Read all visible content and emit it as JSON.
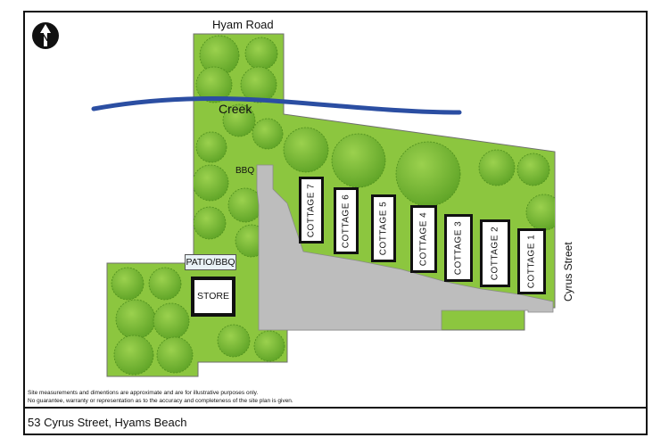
{
  "map": {
    "road_top": "Hyam Road",
    "road_right": "Cyrus Street",
    "creek_label": "Creek",
    "bbq_label": "BBQ",
    "patio_label": "PATIO/BBQ",
    "store_label": "STORE",
    "north_label": "N",
    "cottages": [
      {
        "label": "COTTAGE 7"
      },
      {
        "label": "COTTAGE 6"
      },
      {
        "label": "COTTAGE 5"
      },
      {
        "label": "COTTAGE 4"
      },
      {
        "label": "COTTAGE 3"
      },
      {
        "label": "COTTAGE 2"
      },
      {
        "label": "COTTAGE 1"
      }
    ],
    "colors": {
      "lawn": "#8cc63f",
      "tree": "#74b832",
      "driveway": "#bdbdbd",
      "creek": "#2b4ea2"
    }
  },
  "footer": {
    "disclaimer_line1": "Site measurements and dimentions are approximate and are for illustrative purposes only.",
    "disclaimer_line2": "No guarantee, warranty or representation as to the accuracy and completeness of the site plan is given.",
    "address": "53 Cyrus Street, Hyams Beach"
  }
}
